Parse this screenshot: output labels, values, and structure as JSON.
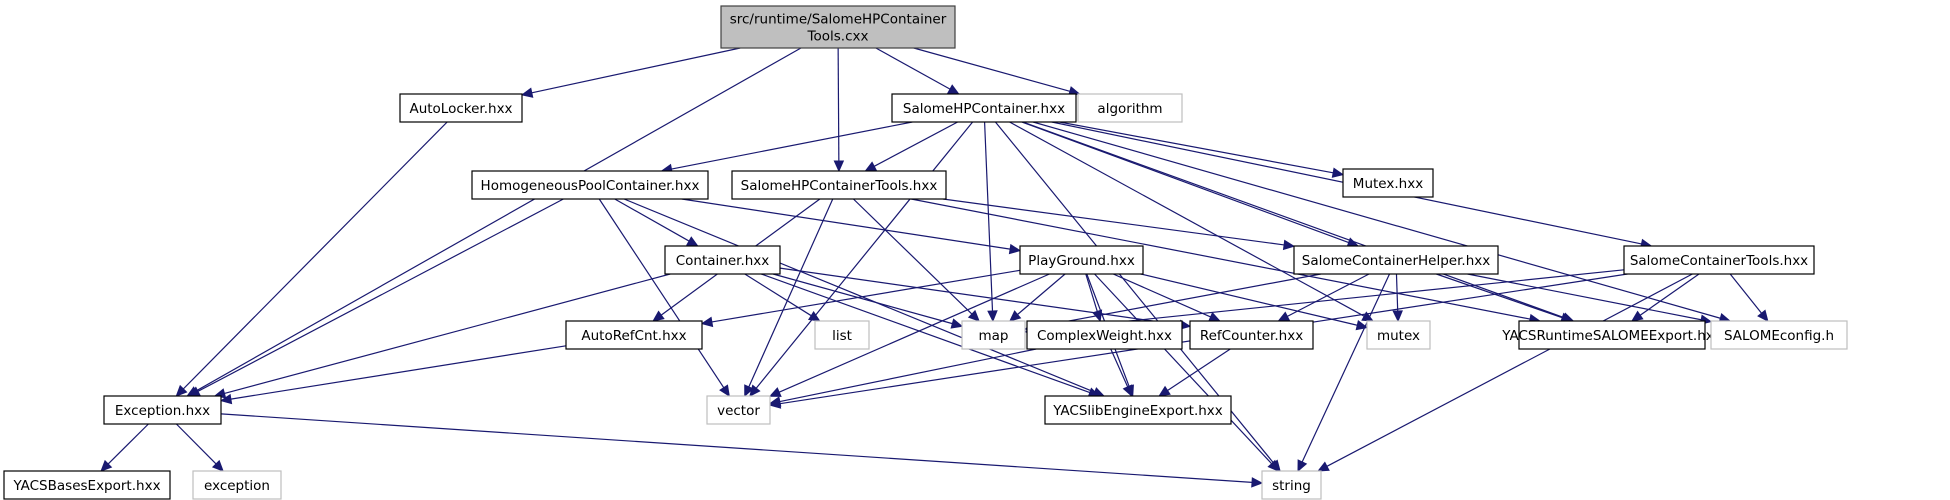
{
  "title": "src/runtime/SalomeHPContainerTools.cxx include dependency graph",
  "colors": {
    "edge": "#191970",
    "main_fill": "#bfbfbf",
    "node_border": "#000000",
    "external_border": "#bfbfbf"
  },
  "nodes": [
    {
      "id": "main",
      "label": [
        "src/runtime/SalomeHPContainer",
        "Tools.cxx"
      ],
      "kind": "main"
    },
    {
      "id": "autolocker",
      "label": [
        "AutoLocker.hxx"
      ],
      "kind": "file"
    },
    {
      "id": "salomehpcontainer",
      "label": [
        "SalomeHPContainer.hxx"
      ],
      "kind": "file"
    },
    {
      "id": "algorithm",
      "label": [
        "algorithm"
      ],
      "kind": "ext"
    },
    {
      "id": "homogeneous",
      "label": [
        "HomogeneousPoolContainer.hxx"
      ],
      "kind": "file"
    },
    {
      "id": "hptools",
      "label": [
        "SalomeHPContainerTools.hxx"
      ],
      "kind": "file"
    },
    {
      "id": "mutexhxx",
      "label": [
        "Mutex.hxx"
      ],
      "kind": "file"
    },
    {
      "id": "container",
      "label": [
        "Container.hxx"
      ],
      "kind": "file"
    },
    {
      "id": "playground",
      "label": [
        "PlayGround.hxx"
      ],
      "kind": "file"
    },
    {
      "id": "helper",
      "label": [
        "SalomeContainerHelper.hxx"
      ],
      "kind": "file"
    },
    {
      "id": "ctools",
      "label": [
        "SalomeContainerTools.hxx"
      ],
      "kind": "file"
    },
    {
      "id": "autorefcnt",
      "label": [
        "AutoRefCnt.hxx"
      ],
      "kind": "file"
    },
    {
      "id": "list",
      "label": [
        "list"
      ],
      "kind": "ext"
    },
    {
      "id": "map",
      "label": [
        "map"
      ],
      "kind": "ext"
    },
    {
      "id": "complexweight",
      "label": [
        "ComplexWeight.hxx"
      ],
      "kind": "file"
    },
    {
      "id": "refcounter",
      "label": [
        "RefCounter.hxx"
      ],
      "kind": "file"
    },
    {
      "id": "mutex",
      "label": [
        "mutex"
      ],
      "kind": "ext"
    },
    {
      "id": "runtimeexport",
      "label": [
        "YACSRuntimeSALOMEExport.hxx"
      ],
      "kind": "file"
    },
    {
      "id": "salomeconfig",
      "label": [
        "SALOMEconfig.h"
      ],
      "kind": "ext"
    },
    {
      "id": "exception_hxx",
      "label": [
        "Exception.hxx"
      ],
      "kind": "file"
    },
    {
      "id": "vector",
      "label": [
        "vector"
      ],
      "kind": "ext"
    },
    {
      "id": "engineexport",
      "label": [
        "YACSlibEngineExport.hxx"
      ],
      "kind": "file"
    },
    {
      "id": "basesexport",
      "label": [
        "YACSBasesExport.hxx"
      ],
      "kind": "file"
    },
    {
      "id": "exception",
      "label": [
        "exception"
      ],
      "kind": "ext"
    },
    {
      "id": "string",
      "label": [
        "string"
      ],
      "kind": "ext"
    }
  ],
  "edges": [
    [
      "main",
      "exception_hxx"
    ],
    [
      "main",
      "autolocker"
    ],
    [
      "main",
      "salomehpcontainer"
    ],
    [
      "main",
      "hptools"
    ],
    [
      "main",
      "algorithm"
    ],
    [
      "autolocker",
      "exception_hxx"
    ],
    [
      "salomehpcontainer",
      "homogeneous"
    ],
    [
      "salomehpcontainer",
      "hptools"
    ],
    [
      "salomehpcontainer",
      "mutexhxx"
    ],
    [
      "salomehpcontainer",
      "helper"
    ],
    [
      "salomehpcontainer",
      "ctools"
    ],
    [
      "salomehpcontainer",
      "map"
    ],
    [
      "salomehpcontainer",
      "mutex"
    ],
    [
      "salomehpcontainer",
      "runtimeexport"
    ],
    [
      "salomehpcontainer",
      "salomeconfig"
    ],
    [
      "salomehpcontainer",
      "vector"
    ],
    [
      "salomehpcontainer",
      "string"
    ],
    [
      "homogeneous",
      "container"
    ],
    [
      "homogeneous",
      "playground"
    ],
    [
      "homogeneous",
      "exception_hxx"
    ],
    [
      "homogeneous",
      "vector"
    ],
    [
      "homogeneous",
      "engineexport"
    ],
    [
      "hptools",
      "map"
    ],
    [
      "hptools",
      "vector"
    ],
    [
      "hptools",
      "helper"
    ],
    [
      "hptools",
      "runtimeexport"
    ],
    [
      "hptools",
      "autorefcnt"
    ],
    [
      "container",
      "list"
    ],
    [
      "container",
      "map"
    ],
    [
      "container",
      "refcounter"
    ],
    [
      "container",
      "exception_hxx"
    ],
    [
      "container",
      "engineexport"
    ],
    [
      "playground",
      "map"
    ],
    [
      "playground",
      "autorefcnt"
    ],
    [
      "playground",
      "complexweight"
    ],
    [
      "playground",
      "refcounter"
    ],
    [
      "playground",
      "mutex"
    ],
    [
      "playground",
      "vector"
    ],
    [
      "playground",
      "string"
    ],
    [
      "playground",
      "engineexport"
    ],
    [
      "helper",
      "map"
    ],
    [
      "helper",
      "mutex"
    ],
    [
      "helper",
      "refcounter"
    ],
    [
      "helper",
      "runtimeexport"
    ],
    [
      "helper",
      "salomeconfig"
    ],
    [
      "helper",
      "string"
    ],
    [
      "ctools",
      "map"
    ],
    [
      "ctools",
      "runtimeexport"
    ],
    [
      "ctools",
      "salomeconfig"
    ],
    [
      "ctools",
      "vector"
    ],
    [
      "ctools",
      "string"
    ],
    [
      "autorefcnt",
      "exception_hxx"
    ],
    [
      "complexweight",
      "vector"
    ],
    [
      "complexweight",
      "engineexport"
    ],
    [
      "refcounter",
      "engineexport"
    ],
    [
      "exception_hxx",
      "basesexport"
    ],
    [
      "exception_hxx",
      "exception"
    ],
    [
      "exception_hxx",
      "string"
    ]
  ]
}
